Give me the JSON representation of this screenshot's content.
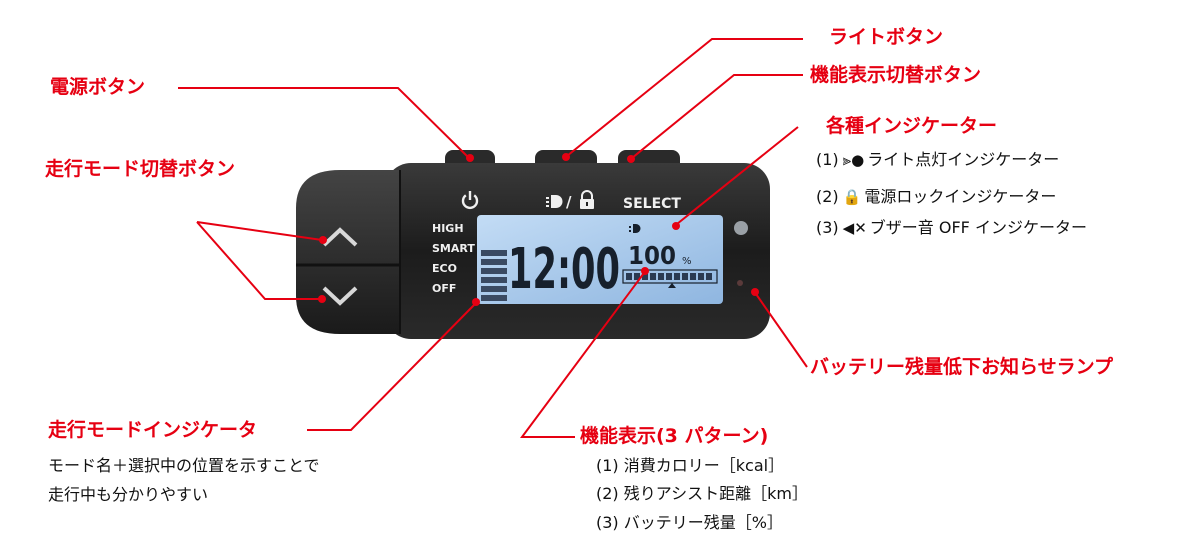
{
  "callouts": {
    "power_button": "電源ボタン",
    "mode_switch_button": "走行モード切替ボタン",
    "light_button": "ライトボタン",
    "function_switch_button": "機能表示切替ボタン",
    "indicators": {
      "title": "各種インジケーター",
      "items": [
        {
          "num": "(1)",
          "text": "ライト点灯インジケーター",
          "icon": "headlight-icon"
        },
        {
          "num": "(2)",
          "text": "電源ロックインジケーター",
          "icon": "lock-icon"
        },
        {
          "num": "(3)",
          "text": "ブザー音 OFF インジケーター",
          "icon": "speaker-mute-icon"
        }
      ]
    },
    "battery_lamp": "バッテリー残量低下お知らせランプ",
    "mode_indicator": {
      "title": "走行モードインジケータ",
      "desc": [
        "モード名＋選択中の位置を示すことで",
        "走行中も分かりやすい"
      ]
    },
    "function_display": {
      "title": "機能表示(3 パターン)",
      "items": [
        {
          "num": "(1)",
          "text": "消費カロリー［kcal］"
        },
        {
          "num": "(2)",
          "text": "残りアシスト距離［km］"
        },
        {
          "num": "(3)",
          "text": "バッテリー残量［%］"
        }
      ]
    }
  },
  "device": {
    "select_label": "SELECT",
    "modes": [
      "HIGH",
      "SMART",
      "ECO",
      "OFF"
    ],
    "time": "12:00",
    "battery_percent": "100",
    "percent_unit": "%",
    "light_lock_separator": "/"
  },
  "colors": {
    "callout": "#e60012",
    "lcd_background": "#a9c9ec",
    "lcd_segment": "#17202c",
    "body": "#1e1e1e"
  }
}
